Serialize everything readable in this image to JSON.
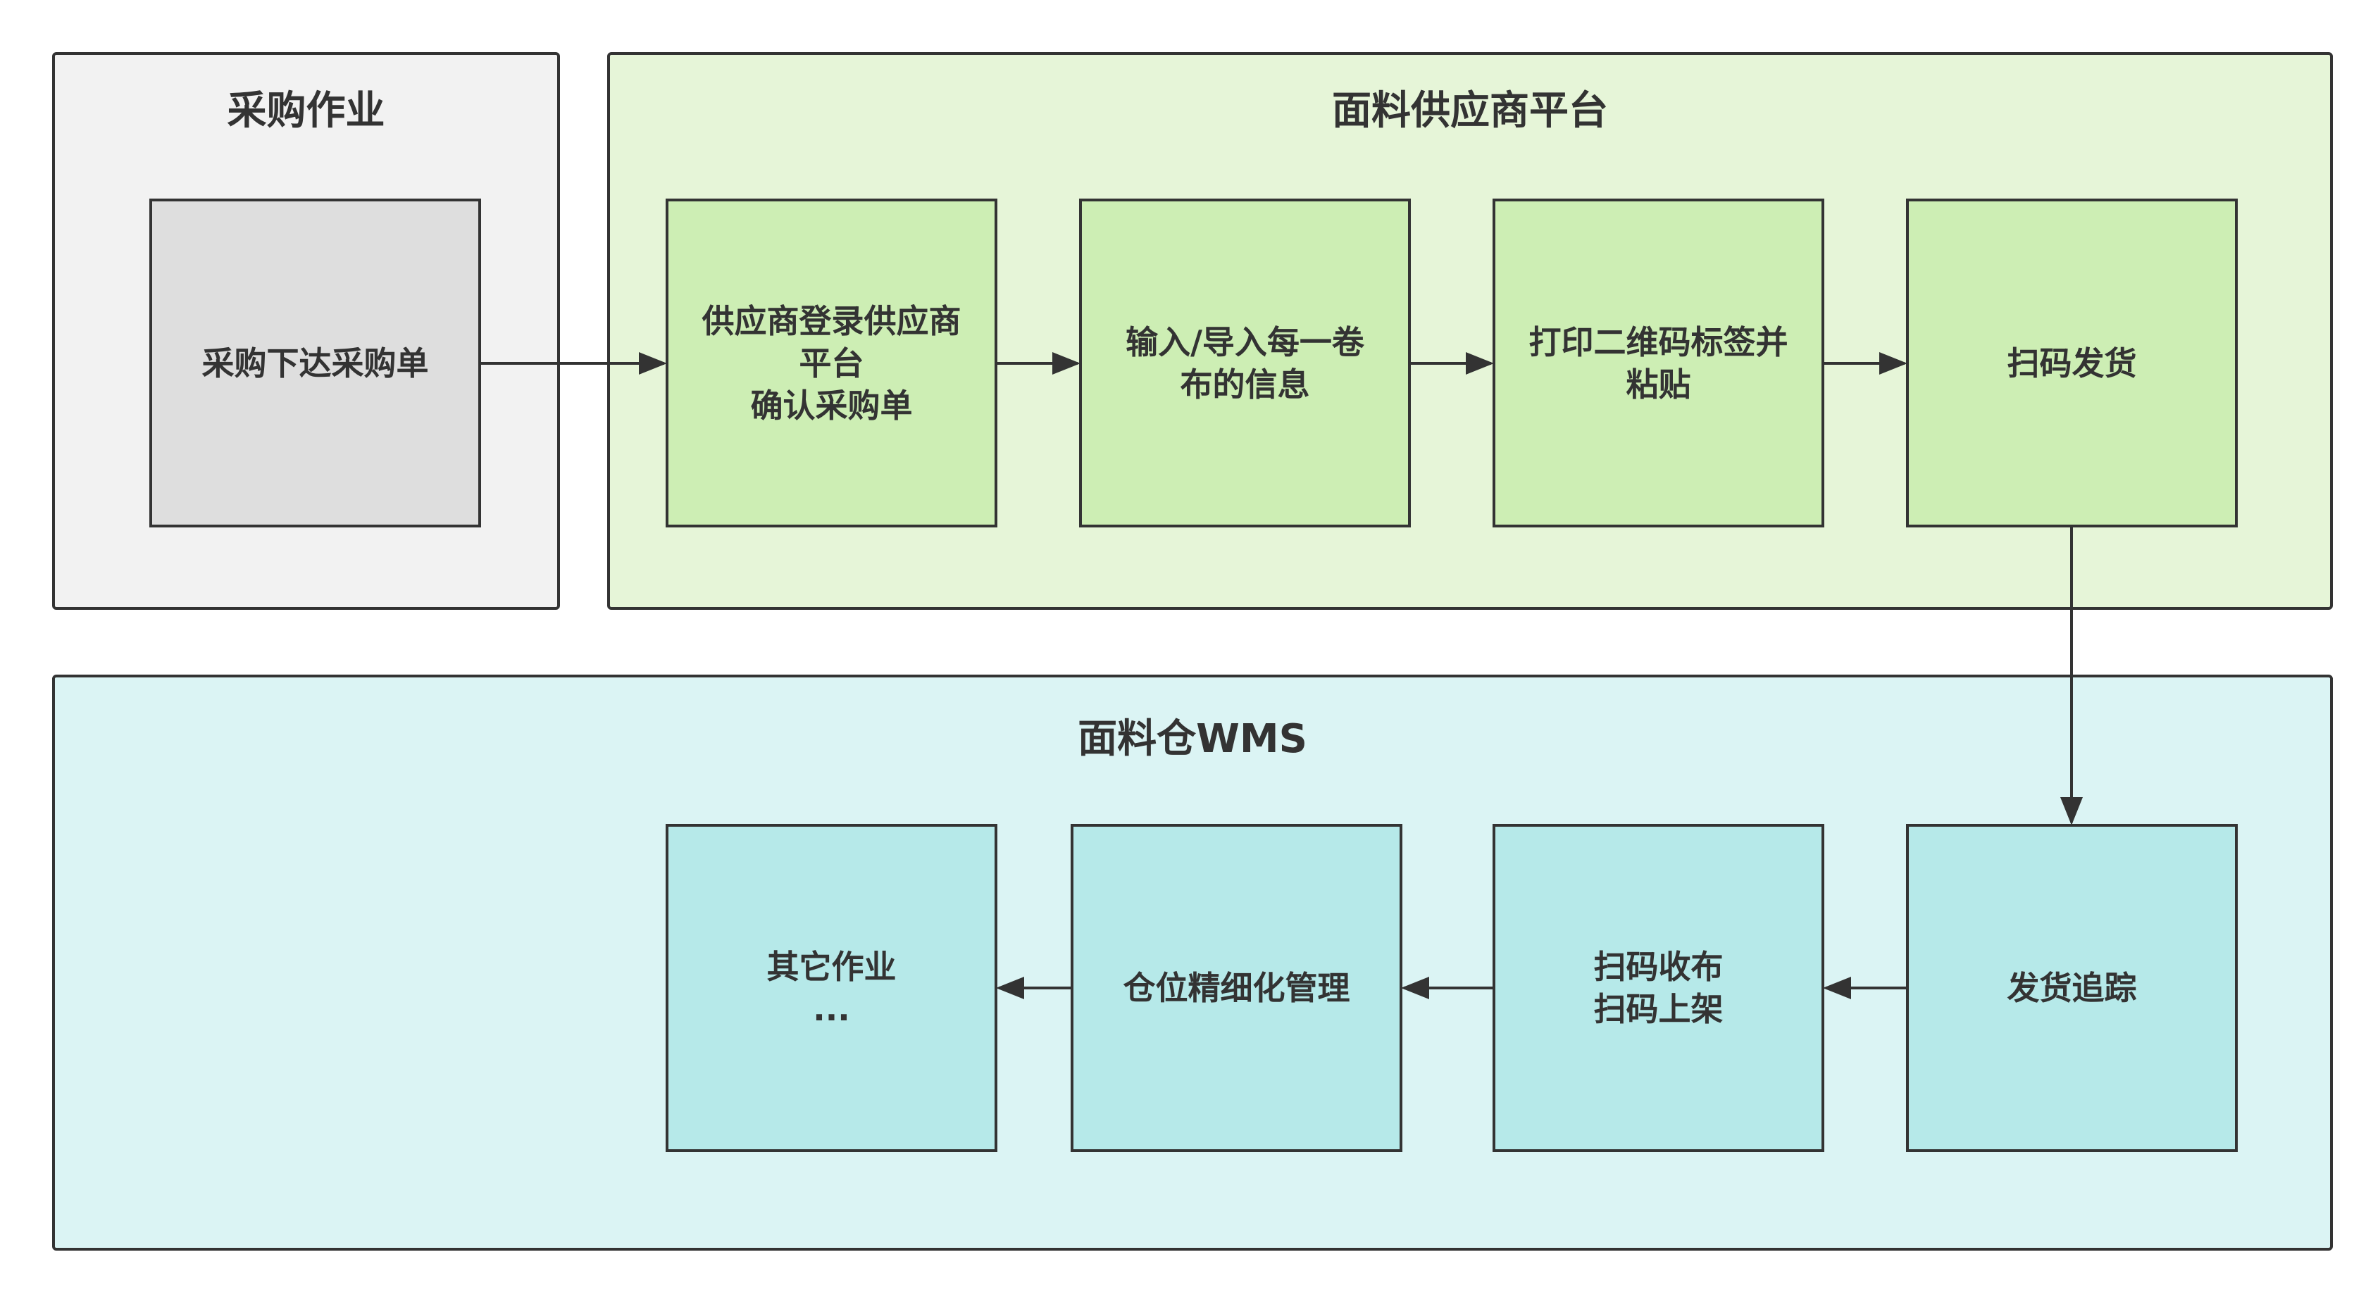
{
  "colors": {
    "stroke": "#333333",
    "text": "#333333",
    "procurement_lane_fill": "#f2f2f2",
    "procurement_node_fill": "#dedede",
    "supplier_lane_fill": "#e6f5d8",
    "supplier_node_fill": "#cdeeb4",
    "wms_lane_fill": "#dbf4f4",
    "wms_node_fill": "#b6e9e9"
  },
  "lanes": {
    "procurement": {
      "title": "采购作业"
    },
    "supplier": {
      "title": "面料供应商平台"
    },
    "wms": {
      "title": "面料仓WMS"
    }
  },
  "nodes": {
    "purchase_order": "采购下达采购单",
    "supplier_login": "供应商登录供应商\n平台\n确认采购单",
    "input_roll_info": "输入/导入每一卷\n布的信息",
    "print_qr": "打印二维码标签并\n粘贴",
    "scan_ship": "扫码发货",
    "ship_tracking": "发货追踪",
    "scan_receive": "扫码收布\n扫码上架",
    "location_mgmt": "仓位精细化管理",
    "other_ops": "其它作业\n..."
  },
  "flows": [
    {
      "from": "purchase_order",
      "to": "supplier_login"
    },
    {
      "from": "supplier_login",
      "to": "input_roll_info"
    },
    {
      "from": "input_roll_info",
      "to": "print_qr"
    },
    {
      "from": "print_qr",
      "to": "scan_ship"
    },
    {
      "from": "scan_ship",
      "to": "ship_tracking"
    },
    {
      "from": "ship_tracking",
      "to": "scan_receive"
    },
    {
      "from": "scan_receive",
      "to": "location_mgmt"
    },
    {
      "from": "location_mgmt",
      "to": "other_ops"
    }
  ]
}
